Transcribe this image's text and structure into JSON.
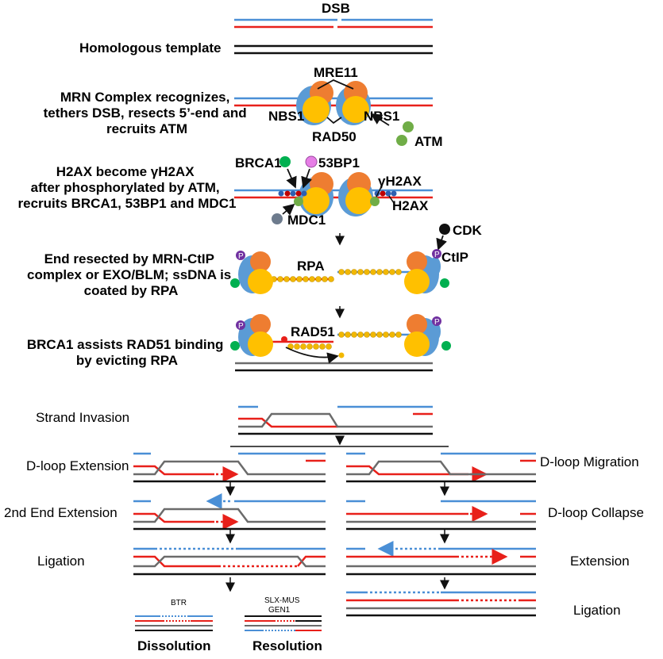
{
  "colors": {
    "blue": "#4a8fd6",
    "red": "#e8201a",
    "black": "#111111",
    "gray": "#6b6b6b",
    "orange": "#ee7d31",
    "lightblue": "#5b9bd5",
    "yellow": "#ffc000",
    "green": "#70ad47",
    "darkgreen": "#00b050",
    "pink": "#e67ee6",
    "purple": "#7030a0",
    "slate": "#6d7b8d",
    "bead": "#f2b800"
  },
  "steps": {
    "dsb": "DSB",
    "template": "Homologous template",
    "mrn": [
      "MRN Complex recognizes,",
      "tethers DSB, resects 5’-end and",
      "recruits ATM"
    ],
    "h2ax": [
      "H2AX become γH2AX",
      "after phosphorylated by ATM,",
      "recruits BRCA1, 53BP1 and MDC1"
    ],
    "resect": [
      "End resected by MRN-CtIP",
      "complex or EXO/BLM; ssDNA is",
      "coated by RPA"
    ],
    "brca1": [
      "BRCA1 assists RAD51 binding",
      "by evicting RPA"
    ],
    "invasion": "Strand Invasion",
    "dloop_ext": "D-loop Extension",
    "second_end": "2nd End Extension",
    "ligation_left": "Ligation",
    "dloop_mig": "D-loop Migration",
    "dloop_col": "D-loop Collapse",
    "extension": "Extension",
    "ligation_right": "Ligation",
    "dissolution": "Dissolution",
    "resolution": "Resolution"
  },
  "proteins": {
    "mre11": "MRE11",
    "nbs1_left": "NBS1",
    "nbs1_right": "NBS1",
    "rad50": "RAD50",
    "atm": "ATM",
    "brca1": "BRCA1",
    "bp53": "53BP1",
    "gh2ax": "γH2AX",
    "h2ax": "H2AX",
    "mdc1": "MDC1",
    "cdk": "CDK",
    "ctip": "CtIP",
    "rpa": "RPA",
    "rad51": "RAD51",
    "p": "P",
    "btr": "BTR",
    "slx_mus": "SLX-MUS",
    "gen1": "GEN1"
  }
}
